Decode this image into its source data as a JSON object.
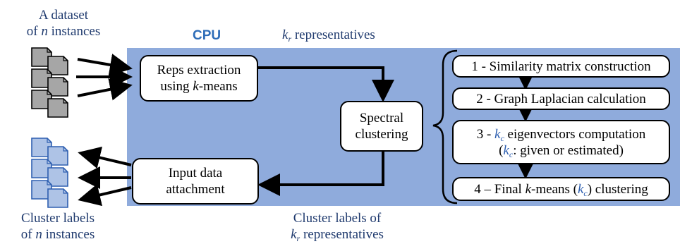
{
  "labels": {
    "dataset_line1": "A dataset",
    "dataset_line2_prefix": "of ",
    "dataset_var": "n",
    "dataset_line2_suffix": " instances",
    "cpu": "CPU",
    "reps_var": "k",
    "reps_sub": "r",
    "reps_suffix": " representatives",
    "cluster_labels_line1": "Cluster labels",
    "cluster_labels_line2_prefix": "of ",
    "cluster_labels_var": "n",
    "cluster_labels_line2_suffix": " instances",
    "rep_labels_line1": "Cluster labels of",
    "rep_labels_var": "k",
    "rep_labels_sub": "r",
    "rep_labels_suffix": " representatives"
  },
  "boxes": {
    "reps_line1": "Reps extraction",
    "reps_line2_prefix": "using ",
    "reps_line2_var": "k",
    "reps_line2_suffix": "-means",
    "spectral_line1": "Spectral",
    "spectral_line2": "clustering",
    "input_line1": "Input data",
    "input_line2": "attachment"
  },
  "steps": {
    "s1": "1 - Similarity matrix construction",
    "s2": "2 - Graph Laplacian calculation",
    "s3_prefix": "3 - ",
    "s3_var": "k",
    "s3_sub": "c",
    "s3_suffix": " eigenvectors computation",
    "s3_line2_open": "(",
    "s3_line2_var": "k",
    "s3_line2_sub": "c",
    "s3_line2_suffix": ": given or estimated)",
    "s4_prefix": "4 – Final ",
    "s4_var": "k",
    "s4_mid": "-means (",
    "s4_var2": "k",
    "s4_sub2": "c",
    "s4_suffix": ") clustering"
  },
  "colors": {
    "cpu_panel": "#8fabdc",
    "doc_gray": "#a6a6a6",
    "doc_blue": "#aec3e6",
    "doc_blue_border": "#2e5fb0",
    "navy_text": "#1f3a6e"
  }
}
